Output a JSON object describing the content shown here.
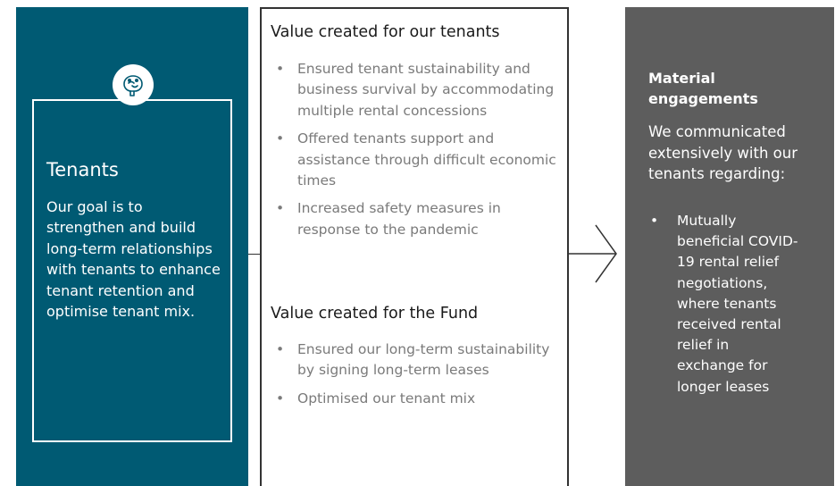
{
  "left": {
    "title": "Tenants",
    "body": "Our goal is to strengthen and build long-term relationships with tenants to enhance tenant retention and optimise tenant mix.",
    "icon": "handshake-icon",
    "color": "#005a73"
  },
  "middle": {
    "section1": {
      "heading": "Value created for our tenants",
      "items": [
        "Ensured tenant sustainability and business survival by accommodating multiple rental concessions",
        "Offered tenants support and assistance through difficult economic times",
        "Increased safety measures in response to the pandemic"
      ]
    },
    "section2": {
      "heading": "Value created for the Fund",
      "items": [
        "Ensured our long-term sustainability by signing long-term leases",
        "Optimised our tenant mix"
      ]
    },
    "bullet": "•"
  },
  "right": {
    "heading": "Material engagements",
    "intro": "We communicated extensively with our tenants regarding:",
    "items": [
      "Mutually beneficial COVID-19 rental relief negotiations, where tenants received rental relief in exchange for longer leases"
    ],
    "color": "#5d5d5d"
  }
}
